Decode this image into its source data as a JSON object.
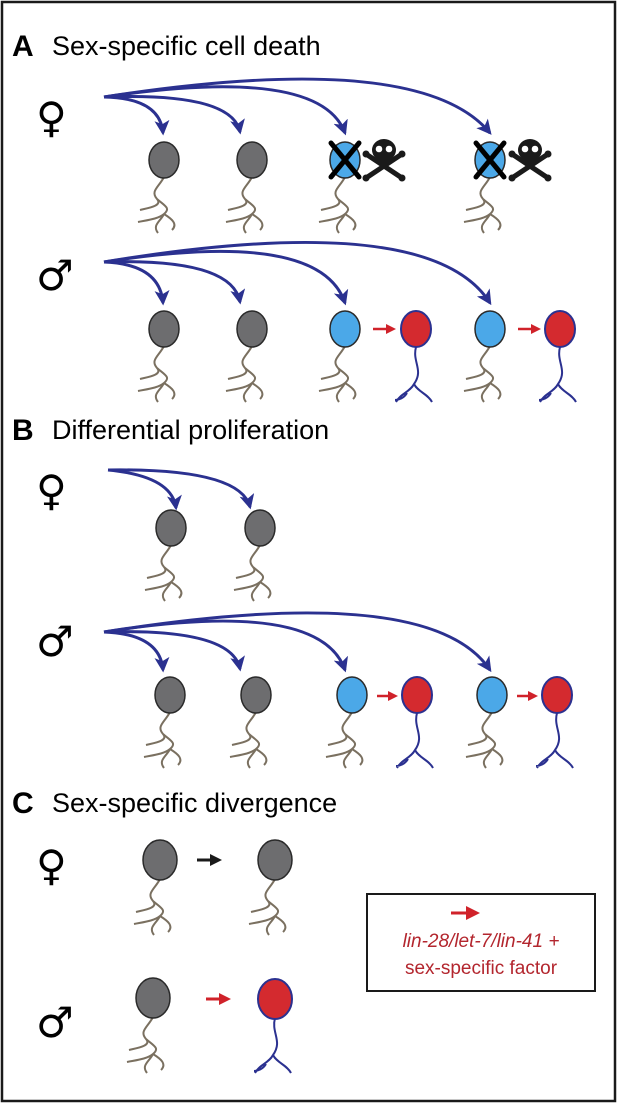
{
  "colors": {
    "lineage_arrow": "#2b3190",
    "sex_specific_arrow": "#d0222a",
    "neutral_arrow": "#1a1a1a",
    "generic_neuron": "#6d6d6f",
    "progenitor_cell": "#4ba8e8",
    "dimorphic_neuron": "#d42a2f",
    "generic_neurite": "#7a7060",
    "dimorphic_neurite": "#2b3190"
  },
  "symbols": {
    "female": "♀",
    "male": "♂",
    "death_icon": "skull-crossbones-icon"
  },
  "panels": {
    "a": {
      "letter": "A",
      "title": "Sex-specific cell death"
    },
    "b": {
      "letter": "B",
      "title": "Differential proliferation"
    },
    "c": {
      "letter": "C",
      "title": "Sex-specific divergence"
    }
  },
  "legend": {
    "line1": "lin-28/let-7/lin-41 +",
    "line2": "sex-specific factor"
  }
}
